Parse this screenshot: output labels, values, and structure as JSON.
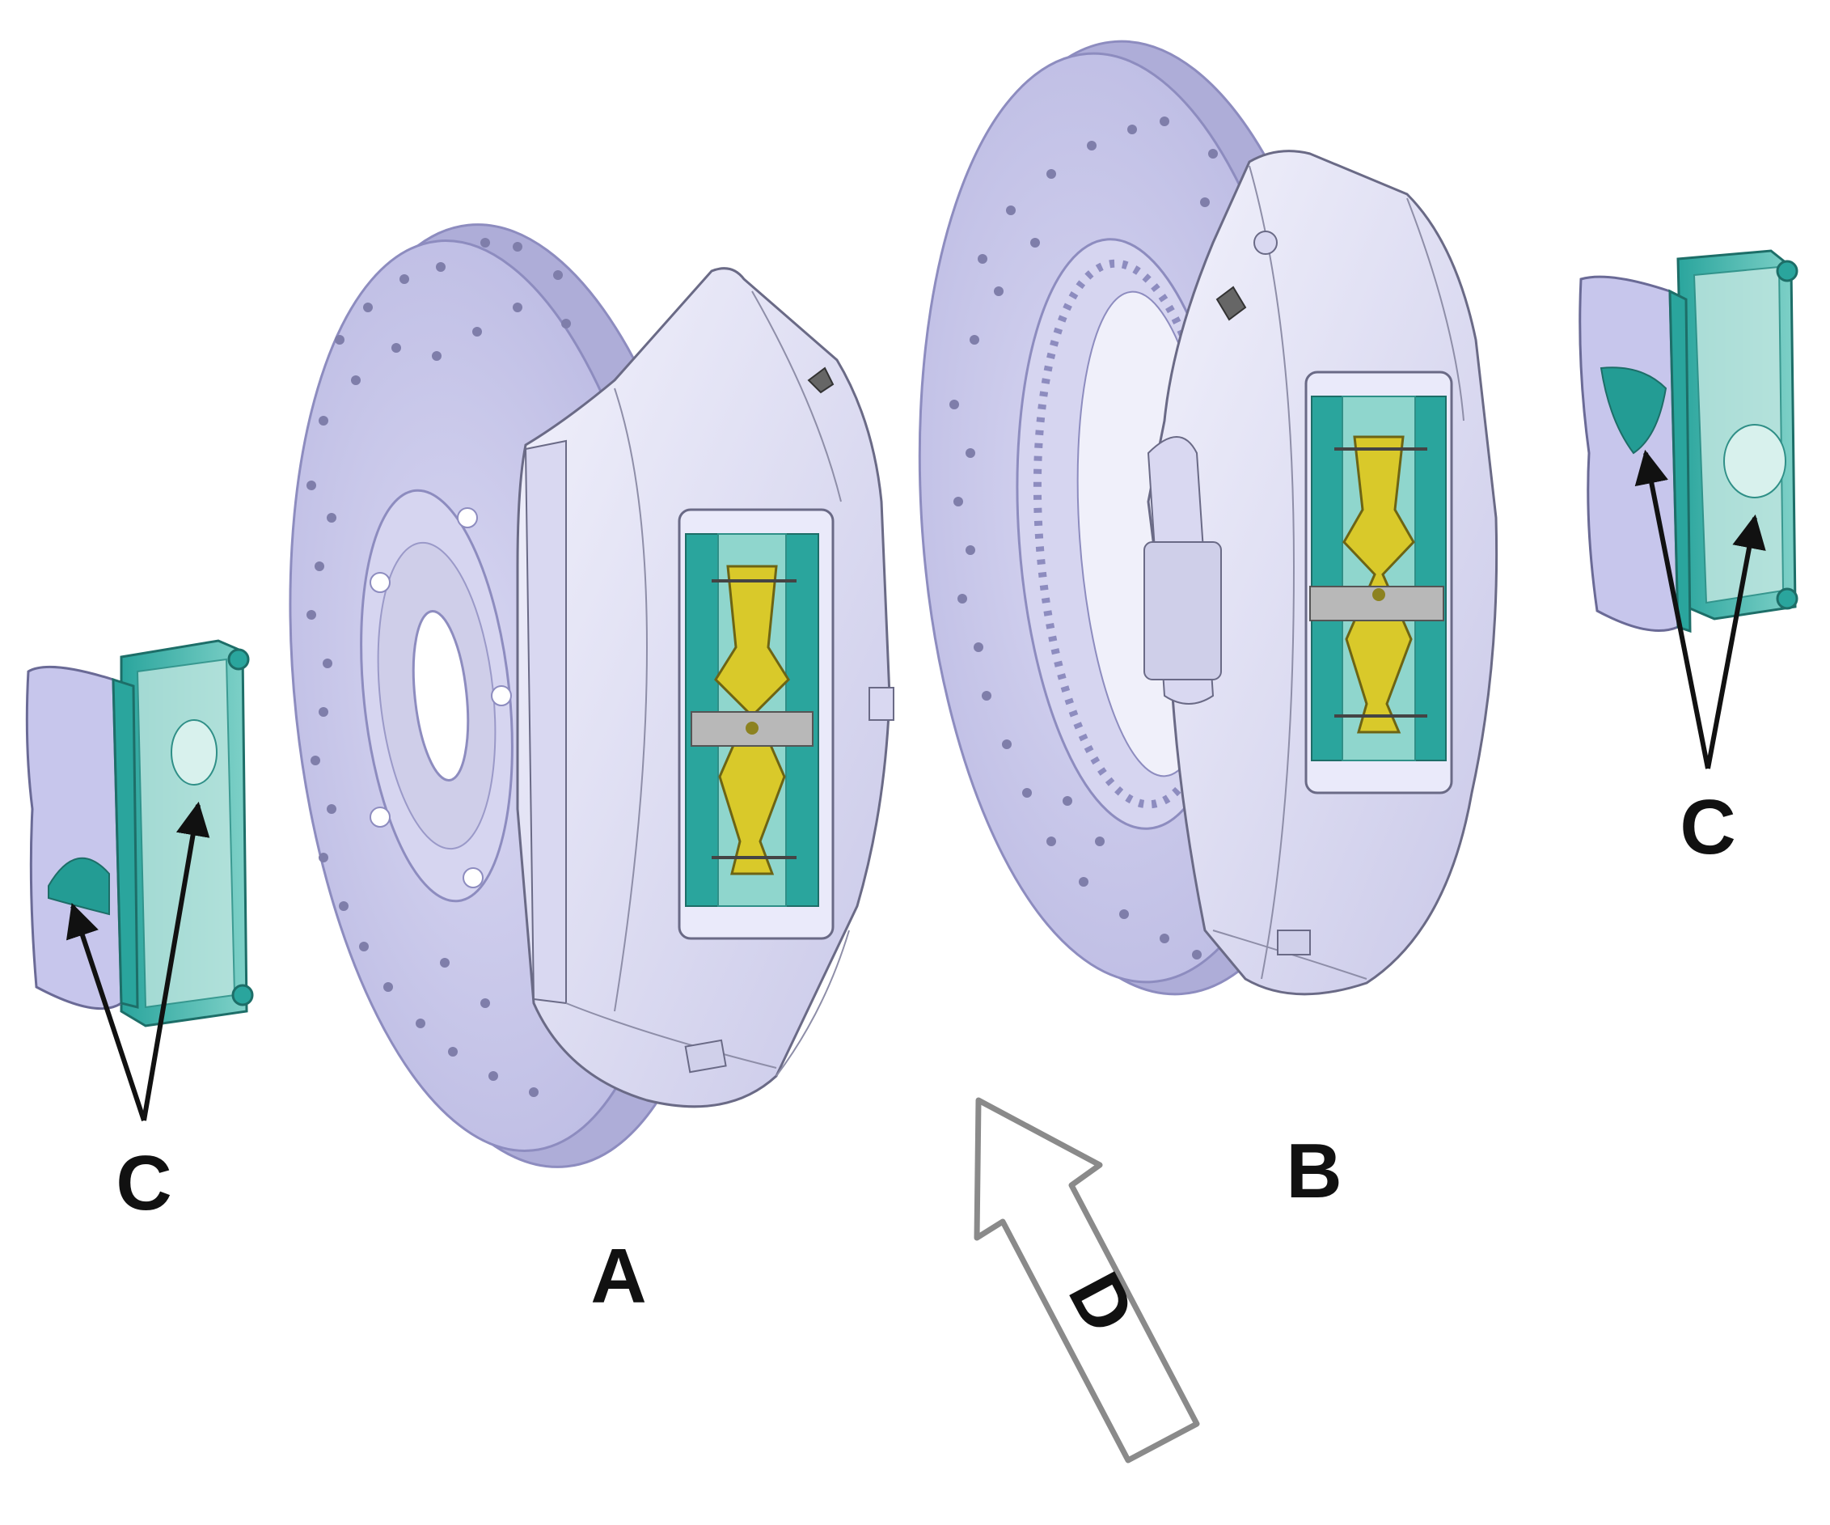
{
  "labels": {
    "disc_a": "A",
    "disc_b": "B",
    "pads_left": "C",
    "pads_right": "C",
    "direction": "D"
  },
  "colors": {
    "disc": "#c9c8ea",
    "disc_edge": "#a9a8d3",
    "caliper": "#e3e3f7",
    "caliper_line": "#6a6a86",
    "pad_teal": "#2fb3aa",
    "pad_light": "#bfe6e0",
    "spring": "#d9c92a",
    "backplate": "#c7c6ec",
    "arrow_outline": "#8a8a8a"
  }
}
